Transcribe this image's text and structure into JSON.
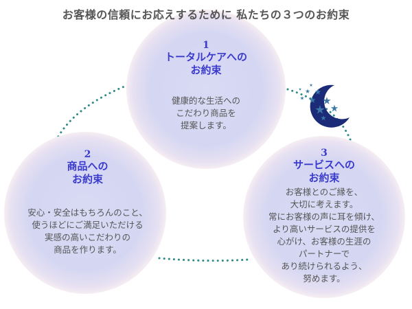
{
  "title": "お客様の信頼にお応えするために 私たちの３つのお約束",
  "promises": [
    {
      "number": "1",
      "heading": "トータルケアへの\nお約束",
      "description": "健康的な生活への\nこだわり商品を\n提案します。"
    },
    {
      "number": "2",
      "heading": "商品への\nお約束",
      "description": "安心・安全はもちろんのこと、\n使うほどにご満足いただける\n実感の高いこだわりの\n商品を作ります。"
    },
    {
      "number": "3",
      "heading": "サービスへの\nお約束",
      "description": "お客様とのご縁を、\n大切に考えます。\n常にお客様の声に耳を傾け、\nより高いサービスの提供を\n心がけ、お客様の生涯の\nパートナーで\nあり続けられるよう、\n努めます。"
    }
  ],
  "colors": {
    "circle_fill": "#d4d6f2",
    "heading": "#3a3acc",
    "text": "#555555",
    "dots": "#2f8a8a",
    "moon": "#1c2b78",
    "stars": "#3b78a8"
  },
  "icons": [
    "moon-icon",
    "star-icon"
  ]
}
